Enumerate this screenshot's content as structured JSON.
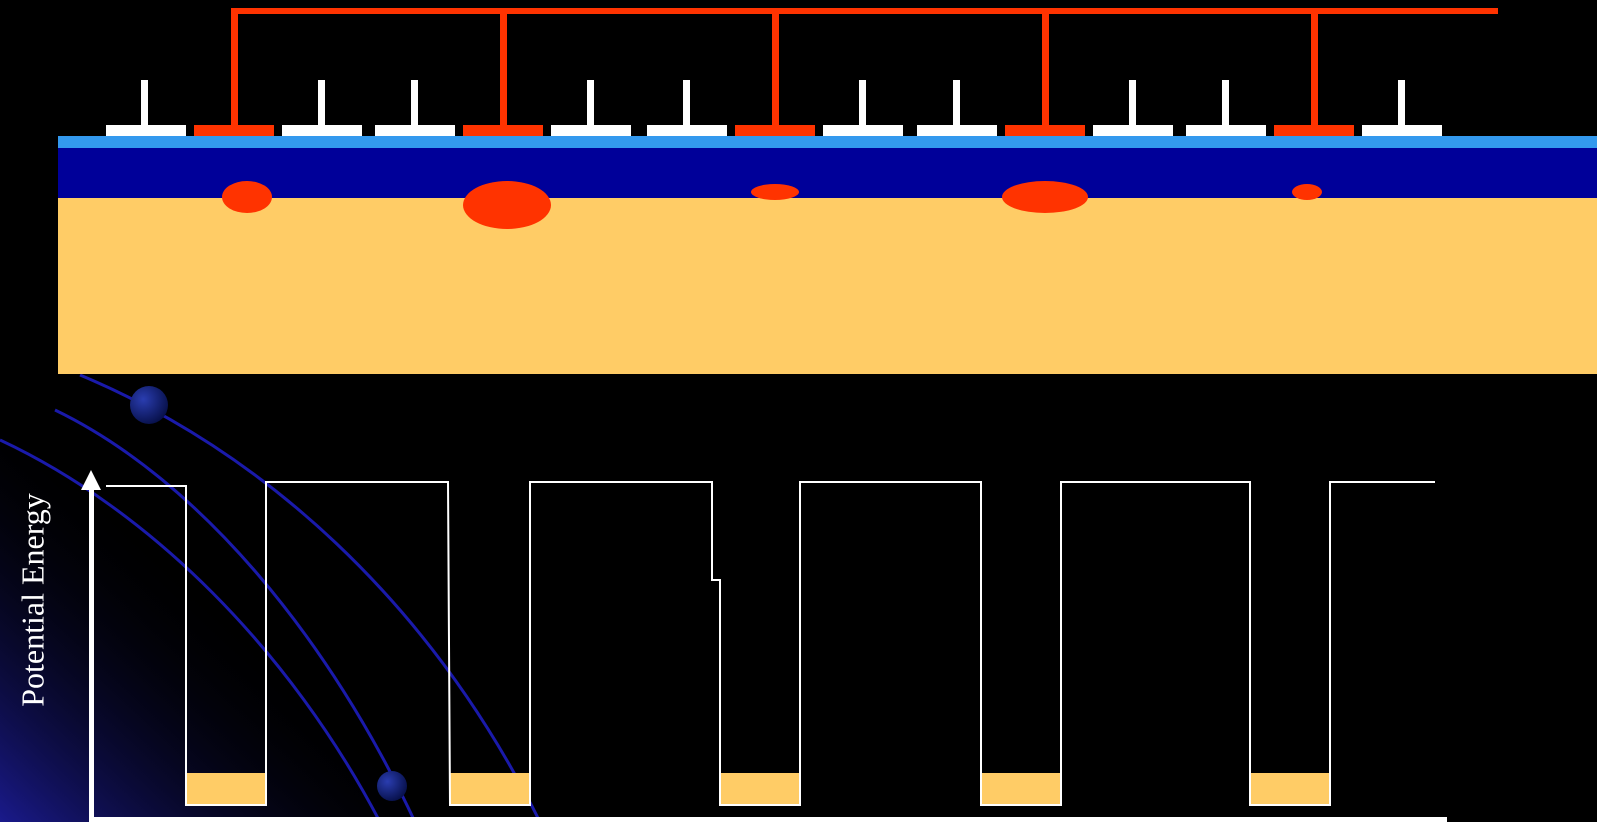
{
  "diagram": {
    "axis_label": "Potential Energy",
    "gate_count": 15,
    "clocked_gates": [
      1,
      4,
      7,
      10,
      13
    ],
    "charge_packet_sizes": [
      "medium",
      "large",
      "small",
      "large",
      "tiny"
    ],
    "well_count": 5,
    "colors": {
      "background": "#000000",
      "clock_line": "#ff3300",
      "gate_white": "#ffffff",
      "gate_red": "#ff3300",
      "oxide": "#3399ee",
      "depletion_layer": "#000099",
      "substrate": "#ffcc66",
      "charge": "#ff3300",
      "well_fill": "#ffcc66",
      "potential_line": "#ffffff",
      "decor_lines": "#1a1aaa"
    }
  }
}
